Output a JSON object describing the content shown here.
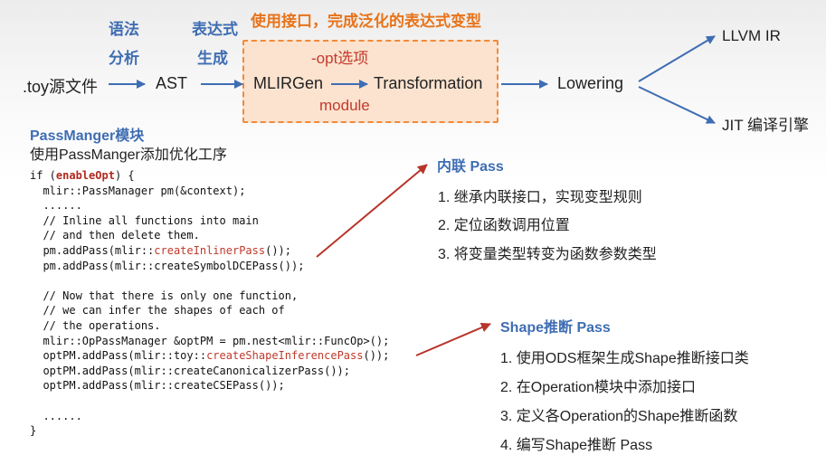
{
  "header": {
    "syntax_analysis_line1": "语法",
    "syntax_analysis_line2": "分析",
    "expression_gen_line1": "表达式",
    "expression_gen_line2": "生成",
    "transform_title": "使用接口，完成泛化的表达式变型"
  },
  "flow": {
    "source": ".toy源文件",
    "ast": "AST",
    "opt_label": "-opt选项",
    "mlirgen": "MLIRGen",
    "transformation": "Transformation",
    "module_label": "module",
    "lowering": "Lowering",
    "llvm_ir": "LLVM IR",
    "jit": "JIT 编译引擎"
  },
  "passmanager": {
    "title": "PassManger模块",
    "subtitle": "使用PassManger添加优化工序"
  },
  "code_lines": [
    {
      "parts": [
        {
          "t": "if (",
          "c": ""
        },
        {
          "t": "enableOpt",
          "c": "kw"
        },
        {
          "t": ") {",
          "c": ""
        }
      ]
    },
    {
      "parts": [
        {
          "t": "  mlir::PassManager pm(&context);",
          "c": ""
        }
      ]
    },
    {
      "parts": [
        {
          "t": "  ......",
          "c": ""
        }
      ]
    },
    {
      "parts": [
        {
          "t": "  // Inline all functions into main",
          "c": ""
        }
      ]
    },
    {
      "parts": [
        {
          "t": "  // and then delete them.",
          "c": ""
        }
      ]
    },
    {
      "parts": [
        {
          "t": "  pm.addPass(mlir::",
          "c": ""
        },
        {
          "t": "createInlinerPass",
          "c": "fn"
        },
        {
          "t": "());",
          "c": ""
        }
      ]
    },
    {
      "parts": [
        {
          "t": "  pm.addPass(mlir::createSymbolDCEPass());",
          "c": ""
        }
      ]
    },
    {
      "parts": [
        {
          "t": "",
          "c": ""
        }
      ]
    },
    {
      "parts": [
        {
          "t": "  // Now that there is only one function,",
          "c": ""
        }
      ]
    },
    {
      "parts": [
        {
          "t": "  // we can infer the shapes of each of",
          "c": ""
        }
      ]
    },
    {
      "parts": [
        {
          "t": "  // the operations.",
          "c": ""
        }
      ]
    },
    {
      "parts": [
        {
          "t": "  mlir::OpPassManager &optPM = pm.nest<mlir::FuncOp>();",
          "c": ""
        }
      ]
    },
    {
      "parts": [
        {
          "t": "  optPM.addPass(mlir::toy::",
          "c": ""
        },
        {
          "t": "createShapeInferencePass",
          "c": "fn"
        },
        {
          "t": "());",
          "c": ""
        }
      ]
    },
    {
      "parts": [
        {
          "t": "  optPM.addPass(mlir::createCanonicalizerPass());",
          "c": ""
        }
      ]
    },
    {
      "parts": [
        {
          "t": "  optPM.addPass(mlir::createCSEPass());",
          "c": ""
        }
      ]
    },
    {
      "parts": [
        {
          "t": "",
          "c": ""
        }
      ]
    },
    {
      "parts": [
        {
          "t": "  ......",
          "c": ""
        }
      ]
    },
    {
      "parts": [
        {
          "t": "}",
          "c": ""
        }
      ]
    }
  ],
  "inline_pass": {
    "title": "内联 Pass",
    "items": [
      "1. 继承内联接口，实现变型规则",
      "2. 定位函数调用位置",
      "3. 将变量类型转变为函数参数类型"
    ]
  },
  "shape_pass": {
    "title": "Shape推断 Pass",
    "items": [
      "1. 使用ODS框架生成Shape推断接口类",
      "2. 在Operation模块中添加接口",
      "3. 定义各Operation的Shape推断函数",
      "4. 编写Shape推断 Pass"
    ]
  },
  "colors": {
    "blue": "#3f6db3",
    "orange": "#e8731a",
    "red": "#c43a2d",
    "box_fill": "#fbe3cf",
    "box_border": "#f08a3c"
  }
}
